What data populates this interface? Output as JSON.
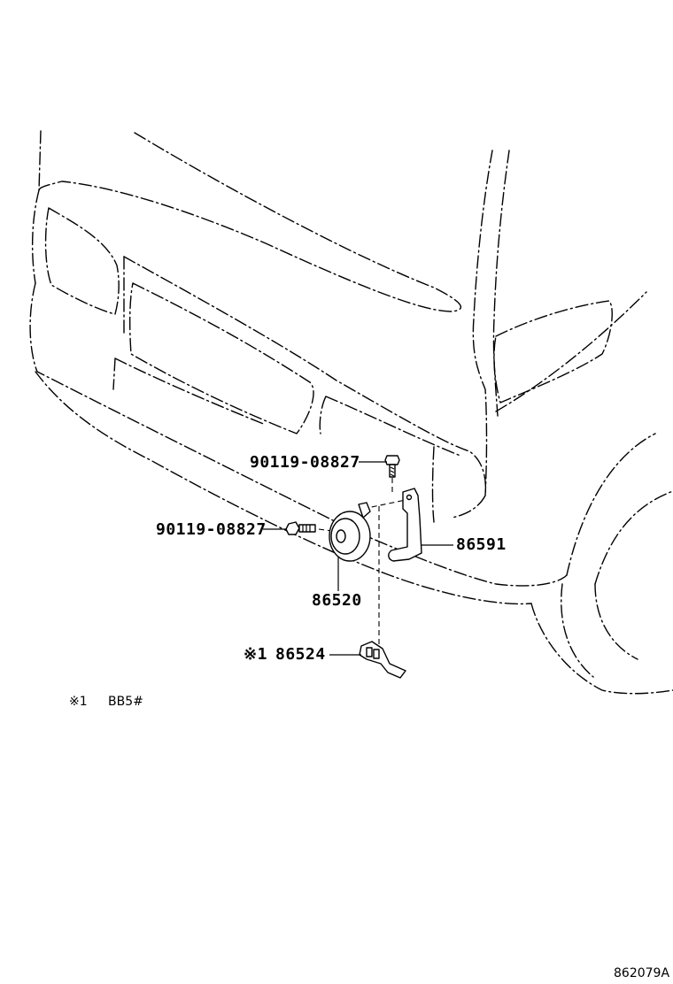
{
  "parts": {
    "bolt_upper": "90119-08827",
    "bolt_left": "90119-08827",
    "horn_bracket": "86591",
    "horn": "86520",
    "horn_mount_mark": "※1",
    "horn_mount": "86524"
  },
  "notes": {
    "note_mark": "※1",
    "note_text": "BB5#"
  },
  "figure_code": "862079A"
}
